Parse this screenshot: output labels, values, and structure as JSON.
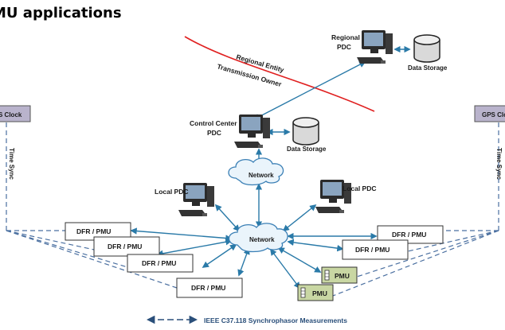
{
  "title": "MU applications",
  "labels": {
    "regional_pdc": [
      "Regional",
      "PDC"
    ],
    "data_storage": "Data Storage",
    "regional_entity": "Regional Entity",
    "transmission_owner": "Transmission Owner",
    "control_center_pdc": [
      "Control Center",
      "PDC"
    ],
    "network": "Network",
    "local_pdc": "Local PDC",
    "gps_clock_left": "S Clock",
    "gps_clock_right": "GPS Clo",
    "time_sync": "Time Sync",
    "dfr_pmu": "DFR / PMU",
    "pmu": "PMU",
    "legend": "IEEE C37.118 Synchrophasor Measurements"
  },
  "colors": {
    "link": "#2a7aa8",
    "sync_line": "#4a6fa0",
    "boundary": "#e02020",
    "cloud_fill": "#eaf4fb",
    "cloud_stroke": "#3a7fb5",
    "gps_fill": "#b9b3cc",
    "pmu_fill": "#c9d7a3",
    "storage_fill": "#dcdcdc"
  }
}
